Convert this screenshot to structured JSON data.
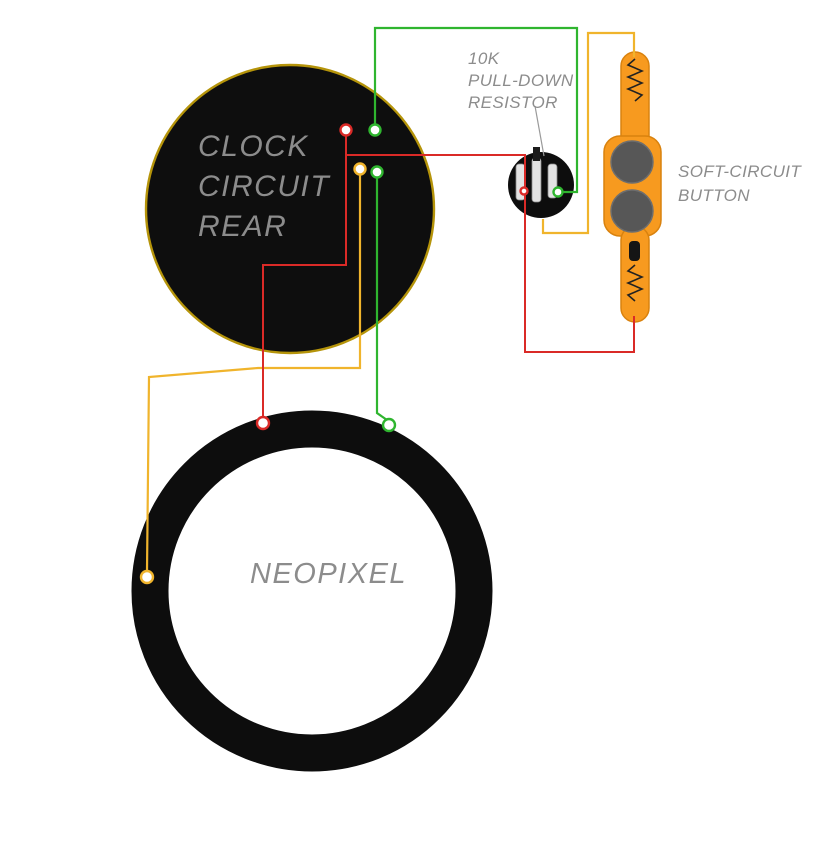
{
  "labels": {
    "clock": {
      "line1": "CLOCK",
      "line2": "CIRCUIT",
      "line3": "REAR"
    },
    "neopixel": "NEOPIXEL",
    "resistor": {
      "line1": "10K",
      "line2": "PULL-DOWN",
      "line3": "RESISTOR"
    },
    "button": {
      "line1": "SOFT-CIRCUIT",
      "line2": "BUTTON"
    }
  },
  "colors": {
    "wire_red": "#da2a27",
    "wire_green": "#2fb52f",
    "wire_yellow": "#f0b42c",
    "clock_outline": "#b5940a",
    "button_orange": "#f79a1f",
    "button_outline": "#d9820e",
    "component_black": "#0d0d0d",
    "label_gray": "#8c8c8c"
  }
}
